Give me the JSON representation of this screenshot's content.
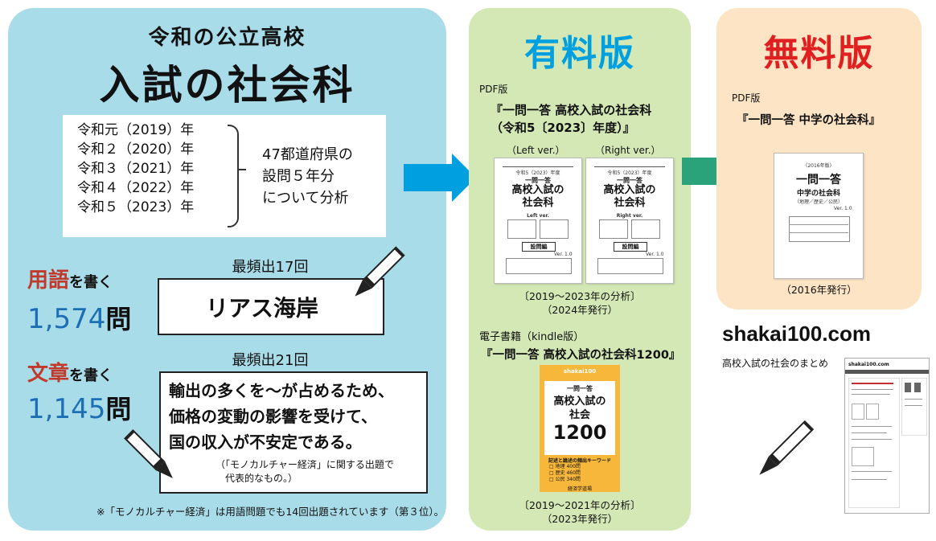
{
  "left": {
    "title_small": "令和の公立高校",
    "title_large": "入試の社会科",
    "years": [
      "令和元（2019）年",
      "令和２（2020）年",
      "令和３（2021）年",
      "令和４（2022）年",
      "令和５（2023）年"
    ],
    "summary": [
      "47都道府県の",
      "設問５年分",
      "について分析"
    ],
    "term_label_big": "用語",
    "term_label_small": "を書く",
    "term_count": "1,574",
    "term_unit": "問",
    "term_freq": "最頻出17回",
    "term_answer": "リアス海岸",
    "sent_label_big": "文章",
    "sent_label_small": "を書く",
    "sent_count": "1,145",
    "sent_unit": "問",
    "sent_freq": "最頻出21回",
    "sent_answer": [
      "輸出の多くを～が占めるため、",
      "価格の変動の影響を受けて、",
      "国の収入が不安定である。"
    ],
    "sent_note": [
      "（「モノカルチャー経済」に関する出題で",
      "代表的なもの。）"
    ],
    "footnote": "※「モノカルチャー経済」は用語問題でも14回出題されています（第３位）。"
  },
  "paid": {
    "header": "有料版",
    "pdf_label": "PDF版",
    "pdf_title_1": "『一問一答 高校入試の社会科",
    "pdf_title_2": "（令和5〔2023〕年度）』",
    "left_ver": "（Left ver.）",
    "right_ver": "（Right ver.）",
    "book_year": "令和5（2023）年度",
    "book_series": "一問一答",
    "book_title_1": "高校入試の",
    "book_title_2": "社会科",
    "book_left_tag": "Left ver.",
    "book_right_tag": "Right ver.",
    "book_section": "設問編",
    "book_version": "Ver. 1.0",
    "analysis_1": "〔2019～2023年の分析〕",
    "published_1": "（2024年発行）",
    "ebook_label": "電子書籍（kindle版）",
    "ebook_title": "『一問一答 高校入試の社会科1200』",
    "kindle_brand": "shakai100",
    "kindle_series": "一問一答",
    "kindle_title_1": "高校入試の",
    "kindle_title_2": "社会",
    "kindle_number": "1200",
    "kindle_sub": "記述と論述の頻出キーワード",
    "kindle_items": [
      "□ 地理 400問",
      "□ 歴史 460問",
      "□ 公民 340問"
    ],
    "kindle_publisher": "経済学道場",
    "analysis_2": "〔2019～2021年の分析〕",
    "published_2": "（2023年発行）"
  },
  "free": {
    "header": "無料版",
    "pdf_label": "PDF版",
    "pdf_title": "『一問一答 中学の社会科』",
    "book_year": "（2016年版）",
    "book_series": "一問一答",
    "book_title": "中学の社会科",
    "book_sub": "（地理／歴史／公民）",
    "book_version": "Ver. 1.0",
    "published": "（2016年発行）"
  },
  "site": {
    "domain": "shakai100.com",
    "tagline": "高校入試の社会のまとめ",
    "shot_domain": "shakai100.com"
  },
  "colors": {
    "left_panel": "#a9dce9",
    "paid_panel": "#d3e8b5",
    "free_panel": "#fde4c5",
    "accent_blue": "#00a0e0",
    "accent_red": "#e02020",
    "accent_green": "#2aa37a"
  }
}
